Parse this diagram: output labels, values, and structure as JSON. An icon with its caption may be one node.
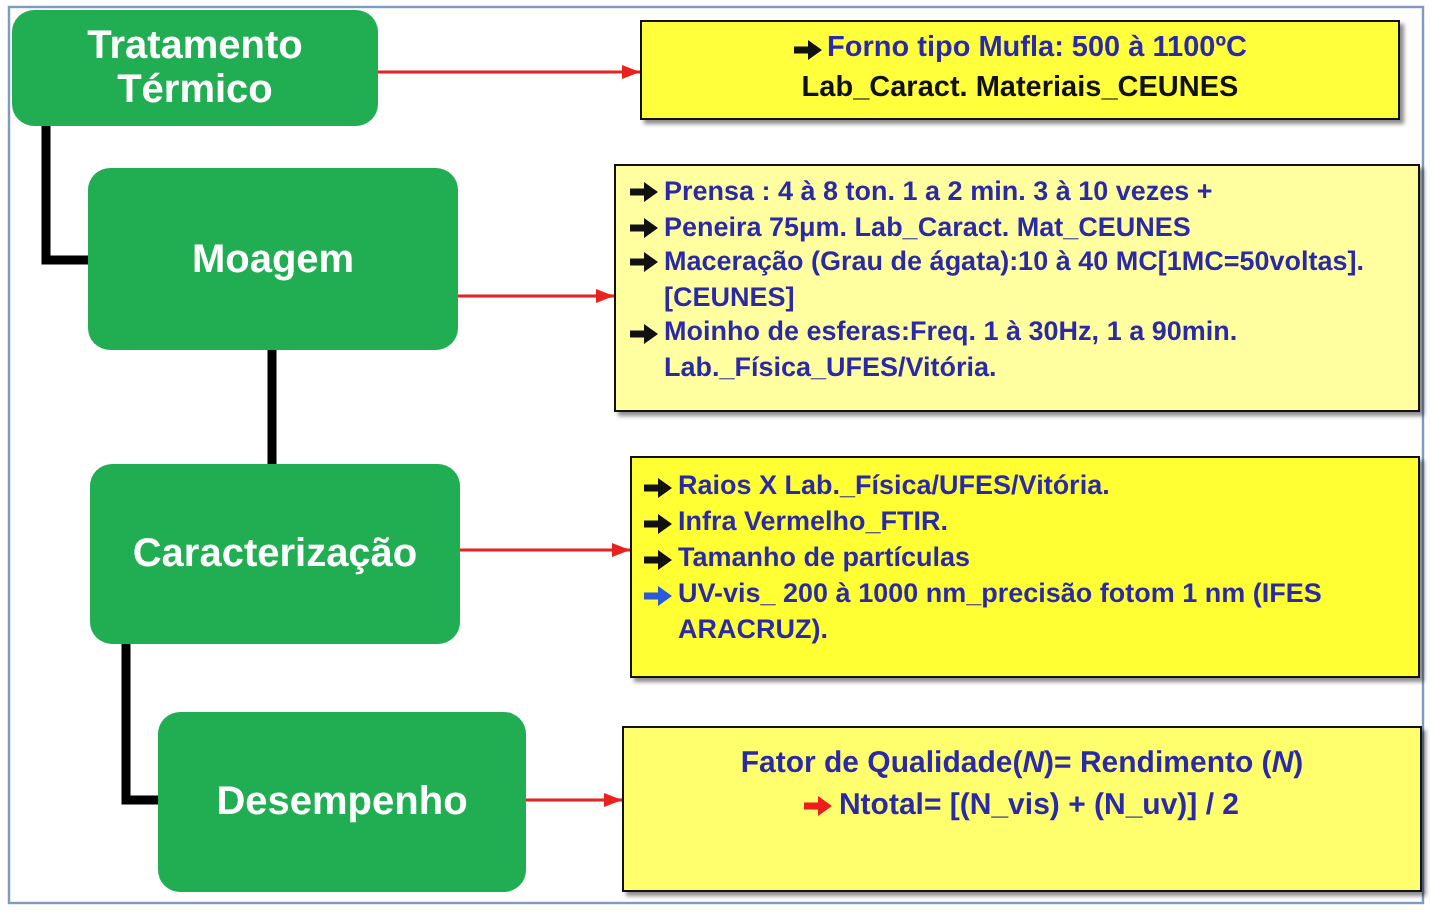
{
  "diagram": {
    "nodes": [
      {
        "text": [
          "Tratamento Térmico"
        ]
      },
      {
        "text": [
          "Moagem"
        ]
      },
      {
        "text": [
          "Caracterização"
        ]
      },
      {
        "text": [
          "Desempenho"
        ]
      },
      {
        "text": [
          "Forno tipo Mufla: 500 à 1100ºC",
          "Lab_Caract. Materiais_CEUNES"
        ]
      },
      {
        "text": [
          "Prensa : 4 à 8 ton. 1 a 2 min. 3 à 10 vezes +",
          "Peneira 75μm. Lab_Caract. Mat_CEUNES",
          "Maceração (Grau de ágata):10 à 40 MC[1MC=50voltas]. [CEUNES]",
          "Moinho de esferas:Freq. 1 à 30Hz, 1 a 90min. Lab._Física_UFES/Vitória."
        ]
      },
      {
        "text": [
          "Raios X Lab._Física/UFES/Vitória.",
          "Infra Vermelho_FTIR.",
          "Tamanho de partículas",
          "UV-vis_ 200 à 1000 nm_precisão fotom 1 nm (IFES ARACRUZ)."
        ]
      },
      {
        "text": [
          "Fator de Qualidade(*N*)= Rendimento (*N*)",
          "Ntotal= [(N_vis) + (N_uv)] / 2"
        ]
      }
    ],
    "edges": [
      {
        "from": 0,
        "to": 4,
        "arrow": "to"
      },
      {
        "from": 0,
        "to": 1,
        "arrow": "none",
        "style": "thick",
        "color": "#000000"
      },
      {
        "from": 1,
        "to": 5,
        "arrow": "to"
      },
      {
        "from": 1,
        "to": 2,
        "arrow": "none",
        "style": "thick",
        "color": "#000000"
      },
      {
        "from": 2,
        "to": 6,
        "arrow": "to"
      },
      {
        "from": 2,
        "to": 3,
        "arrow": "none",
        "style": "thick",
        "color": "#000000"
      },
      {
        "from": 3,
        "to": 7,
        "arrow": "to"
      }
    ]
  }
}
